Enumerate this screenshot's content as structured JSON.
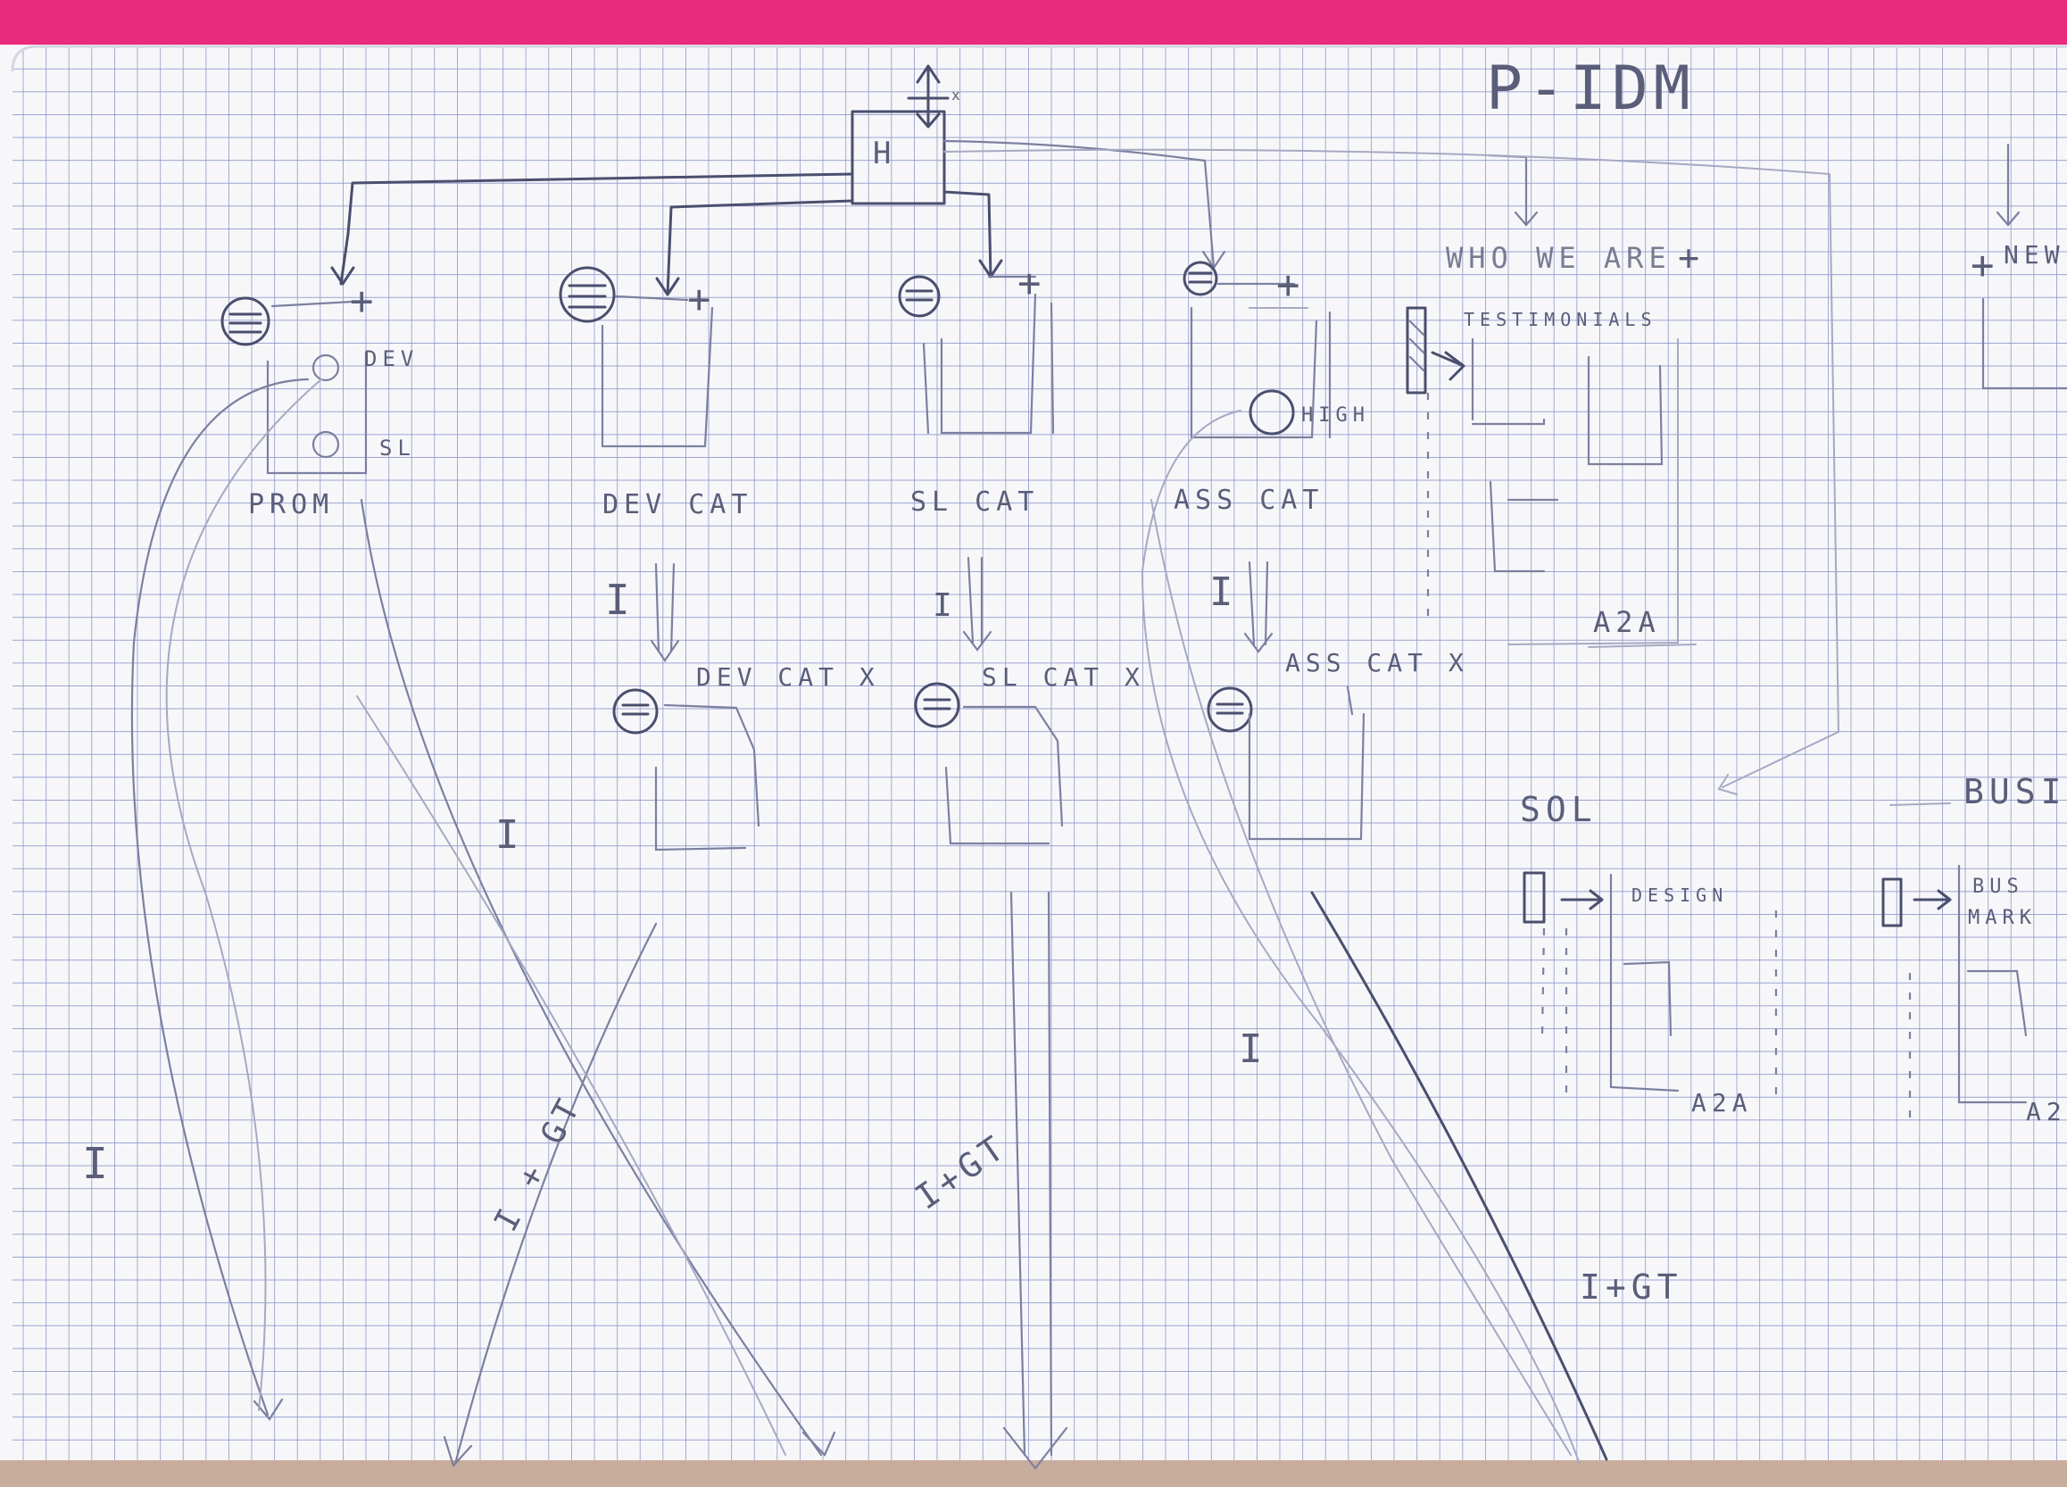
{
  "diagram": {
    "title": "P-IDM",
    "home_node": "H",
    "nodes": {
      "prom": {
        "label": "PROM",
        "sub_items": [
          "DEV",
          "SL"
        ]
      },
      "dev_cat": {
        "label": "DEV CAT",
        "child": "DEV CAT X"
      },
      "sl_cat": {
        "label": "SL CAT",
        "child": "SL CAT X"
      },
      "ass_cat": {
        "label": "ASS CAT",
        "sub_item": "HIGH",
        "child": "ASS CAT X"
      },
      "who_we_are": {
        "label": "WHO WE ARE",
        "sub_item": "TESTIMONIALS",
        "footer": "A2A"
      },
      "news": {
        "label": "NEW"
      },
      "sol": {
        "label": "SOL",
        "sub_item": "DESIGN",
        "footer": "A2A"
      },
      "business": {
        "label": "BUSINE",
        "sub_item_1": "BUS",
        "sub_item_2": "MARK",
        "footer": "A2"
      }
    },
    "link_labels": {
      "index": "I",
      "index_guided_tour": "I+GT",
      "index_guided_tour_alt": "I + GT"
    }
  },
  "colors": {
    "grid": "#8f97c9",
    "paper": "#f7f7fa",
    "pencil": "#4b4f6e",
    "binding": "#ea2a7c",
    "edge": "#c9ad9c"
  }
}
